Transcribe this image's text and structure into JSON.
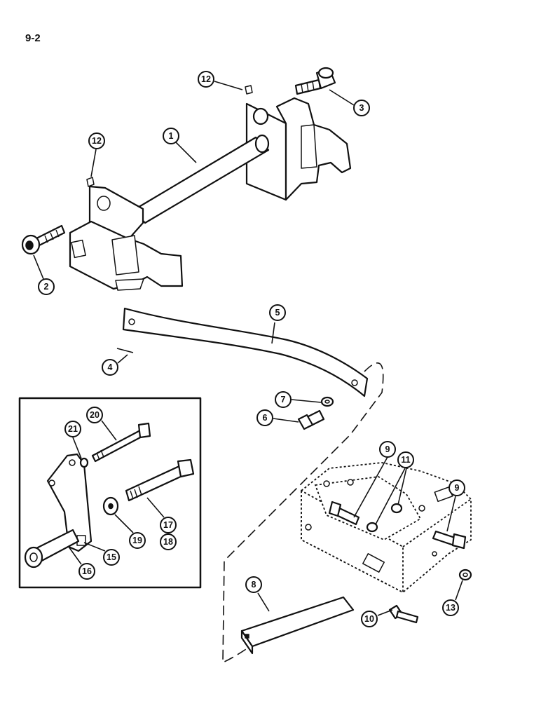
{
  "page": {
    "label": "9-2"
  },
  "callouts": [
    {
      "id": "c1",
      "number": "1"
    },
    {
      "id": "c2",
      "number": "2"
    },
    {
      "id": "c3",
      "number": "3"
    },
    {
      "id": "c4",
      "number": "4"
    },
    {
      "id": "c5",
      "number": "5"
    },
    {
      "id": "c6",
      "number": "6"
    },
    {
      "id": "c7",
      "number": "7"
    },
    {
      "id": "c8",
      "number": "8"
    },
    {
      "id": "c9a",
      "number": "9"
    },
    {
      "id": "c9b",
      "number": "9"
    },
    {
      "id": "c10",
      "number": "10"
    },
    {
      "id": "c11",
      "number": "11"
    },
    {
      "id": "c12a",
      "number": "12"
    },
    {
      "id": "c12b",
      "number": "12"
    },
    {
      "id": "c13",
      "number": "13"
    },
    {
      "id": "c15",
      "number": "15"
    },
    {
      "id": "c16",
      "number": "16"
    },
    {
      "id": "c17",
      "number": "17"
    },
    {
      "id": "c18",
      "number": "18"
    },
    {
      "id": "c19",
      "number": "19"
    },
    {
      "id": "c20",
      "number": "20"
    },
    {
      "id": "c21",
      "number": "21"
    }
  ]
}
